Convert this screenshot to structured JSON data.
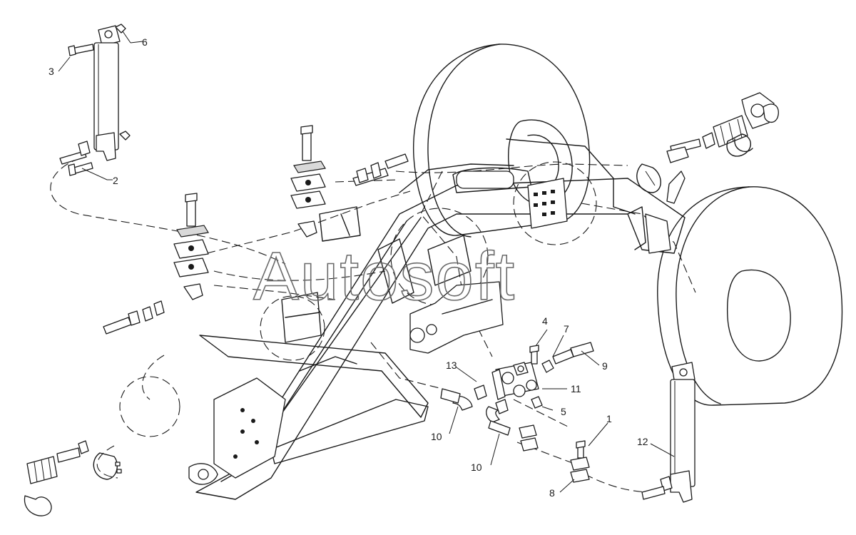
{
  "watermark": "Autosoft",
  "callouts": [
    {
      "id": "c1",
      "label": "1"
    },
    {
      "id": "c2",
      "label": "2"
    },
    {
      "id": "c3",
      "label": "3"
    },
    {
      "id": "c4",
      "label": "4"
    },
    {
      "id": "c5",
      "label": "5"
    },
    {
      "id": "c6",
      "label": "6"
    },
    {
      "id": "c7",
      "label": "7"
    },
    {
      "id": "c8",
      "label": "8"
    },
    {
      "id": "c9",
      "label": "9"
    },
    {
      "id": "c10a",
      "label": "10"
    },
    {
      "id": "c10b",
      "label": "10"
    },
    {
      "id": "c11",
      "label": "11"
    },
    {
      "id": "c12",
      "label": "12"
    },
    {
      "id": "c13",
      "label": "13"
    }
  ]
}
